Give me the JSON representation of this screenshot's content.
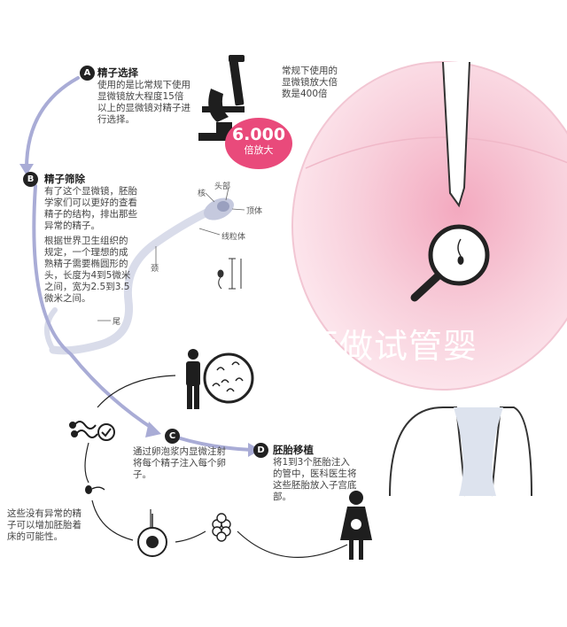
{
  "watermark": "亚做试管婴",
  "steps": {
    "a": {
      "badge": "A",
      "title": "精子选择",
      "text": "使用的是比常规下使用显微镜放大程度15倍以上的显微镜对精子进行选择。"
    },
    "b": {
      "badge": "B",
      "title": "精子筛除",
      "text1": "有了这个显微镜，胚胎学家们可以更好的查看精子的结构，排出那些异常的精子。",
      "text2": "根据世界卫生组织的规定，一个理想的成熟精子需要椭圆形的头，长度为4到5微米之间，宽为2.5到3.5微米之间。"
    },
    "c": {
      "badge": "C",
      "text": "通过卵泡浆内显微注射将每个精子注入每个卵子。"
    },
    "d": {
      "badge": "D",
      "title": "胚胎移植",
      "text": "将1到3个胚胎注入的管中，医科医生将这些胚胎放入子宫底部。"
    }
  },
  "microscope_note": "常规下使用的显微镜放大倍数是400倍",
  "magnification": {
    "value": "6.000",
    "unit": "倍放大"
  },
  "sperm_labels": {
    "head": "头部",
    "nucleus": "核",
    "acrosome": "顶体",
    "mitochondria": "线粒体",
    "neck": "颈",
    "tail": "尾"
  },
  "bottom_note": "这些没有异常的精子可以增加胚胎着床的可能性。",
  "colors": {
    "accent": "#e94a7b",
    "arrow": "#a9acd6",
    "egg": "#f6c6d2"
  }
}
